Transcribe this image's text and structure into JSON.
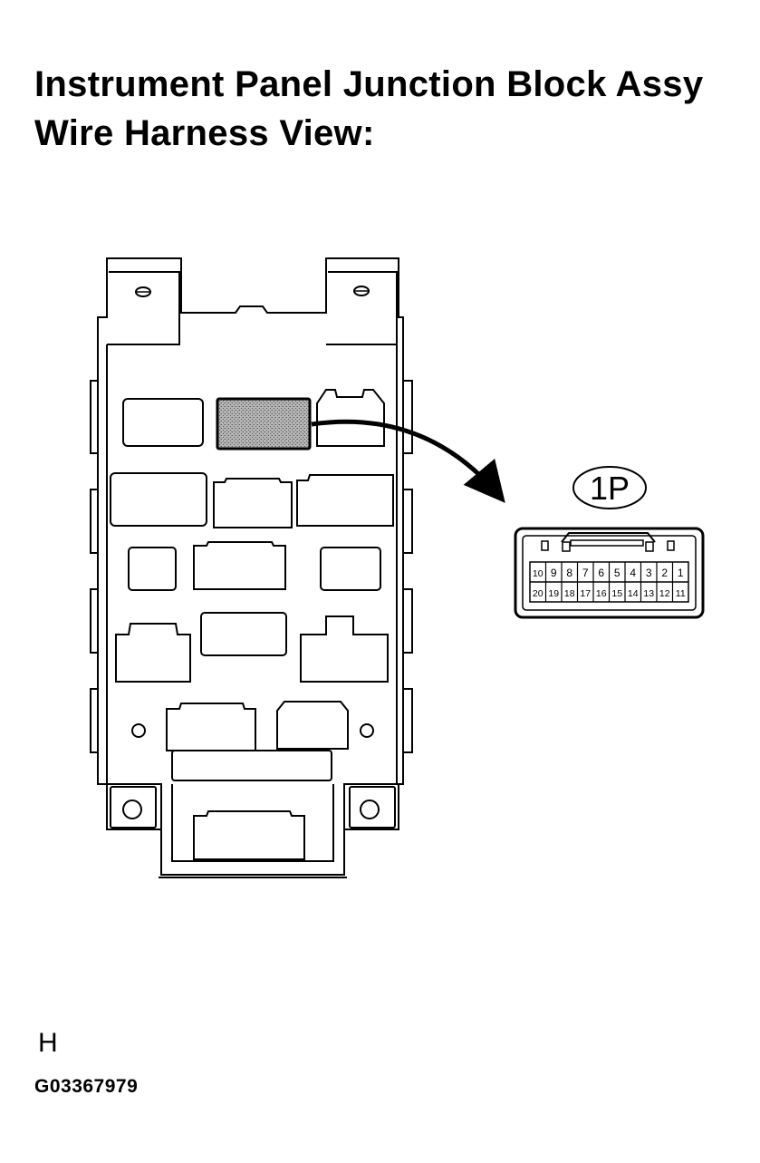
{
  "title": {
    "line1": "Instrument Panel Junction Block Assy",
    "line2": "Wire Harness View:"
  },
  "connector": {
    "id": "1P",
    "pins_top": [
      "10",
      "9",
      "8",
      "7",
      "6",
      "5",
      "4",
      "3",
      "2",
      "1"
    ],
    "pins_bottom": [
      "20",
      "19",
      "18",
      "17",
      "16",
      "15",
      "14",
      "13",
      "12",
      "11"
    ]
  },
  "footer": {
    "view_letter": "H",
    "figure_code": "G03367979"
  }
}
